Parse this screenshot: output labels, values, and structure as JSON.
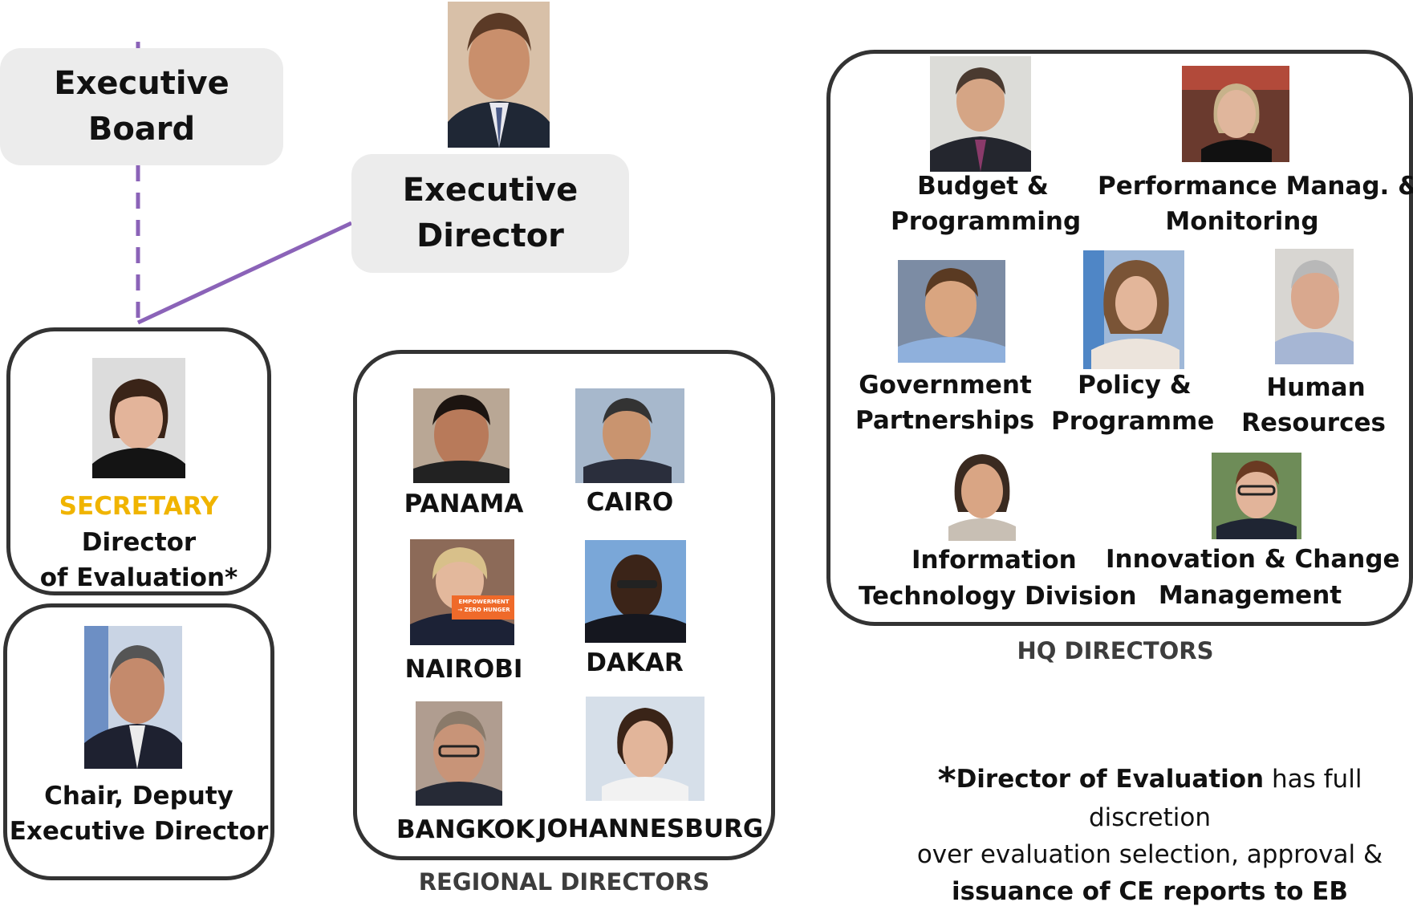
{
  "executive_board": {
    "line1": "Executive",
    "line2": "Board"
  },
  "executive_director": {
    "line1": "Executive",
    "line2": "Director"
  },
  "director_evaluation": {
    "role_highlight": "SECRETARY",
    "line1": "Director",
    "line2": "of Evaluation*"
  },
  "chair": {
    "line1": "Chair, Deputy",
    "line2": "Executive Director"
  },
  "regional": {
    "caption": "REGIONAL DIRECTORS",
    "offices": [
      "PANAMA",
      "CAIRO",
      "NAIROBI",
      "DAKAR",
      "BANGKOK",
      "JOHANNESBURG"
    ],
    "placard_line1": "EMPOWERMENT",
    "placard_line2": "→ ZERO HUNGER"
  },
  "hq": {
    "caption": "HQ DIRECTORS",
    "budget": {
      "line1": "Budget &",
      "line2": "Programming"
    },
    "performance": {
      "line1": "Performance Manag. &",
      "line2": "Monitoring"
    },
    "government": {
      "line1": "Government",
      "line2": "Partnerships"
    },
    "policy": {
      "line1": "Policy &",
      "line2": "Programme"
    },
    "human": {
      "line1": "Human",
      "line2": "Resources"
    },
    "it": {
      "line1": "Information",
      "line2": "Technology Division"
    },
    "innovation": {
      "line1": "Innovation & Change",
      "line2": "Management"
    }
  },
  "footnote": {
    "star": "*",
    "bold1": "Director of Evaluation",
    "text1": " has full discretion",
    "text2": "over evaluation selection, approval &",
    "bold2": "issuance of CE reports to EB"
  },
  "colors": {
    "connector": "#8b63b8",
    "secretary": "#f0b400",
    "box": "#ececec",
    "frame": "#333333",
    "caption": "#3d3d3d"
  }
}
